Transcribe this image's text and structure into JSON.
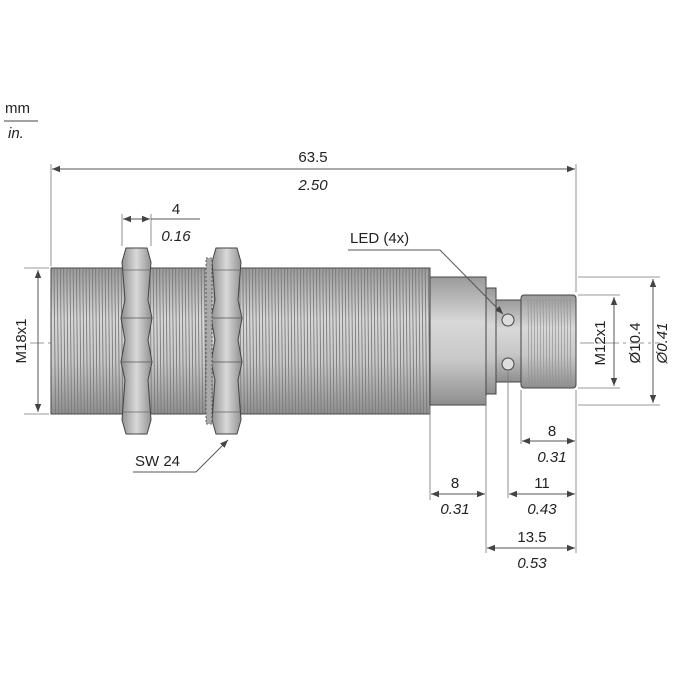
{
  "units": {
    "primary": "mm",
    "secondary": "in."
  },
  "dimensions": {
    "overall_length": {
      "mm": "63.5",
      "in": "2.50"
    },
    "nut_thickness": {
      "mm": "4",
      "in": "0.16"
    },
    "led_label": "LED (4x)",
    "wrench_size": "SW 24",
    "body_thread": "M18x1",
    "connector_thread": "M12x1",
    "connector_diameter": {
      "mm": "Ø10.4",
      "in": "Ø0.41"
    },
    "connector_length": {
      "mm": "8",
      "in": "0.31"
    },
    "plain_section_length": {
      "mm": "8",
      "in": "0.31"
    },
    "led_to_end": {
      "mm": "11",
      "in": "0.43"
    },
    "rear_to_end": {
      "mm": "13.5",
      "in": "0.53"
    }
  },
  "colors": {
    "body": "#b9b9b9",
    "nut": "#c4c4c4",
    "line": "#555555"
  }
}
